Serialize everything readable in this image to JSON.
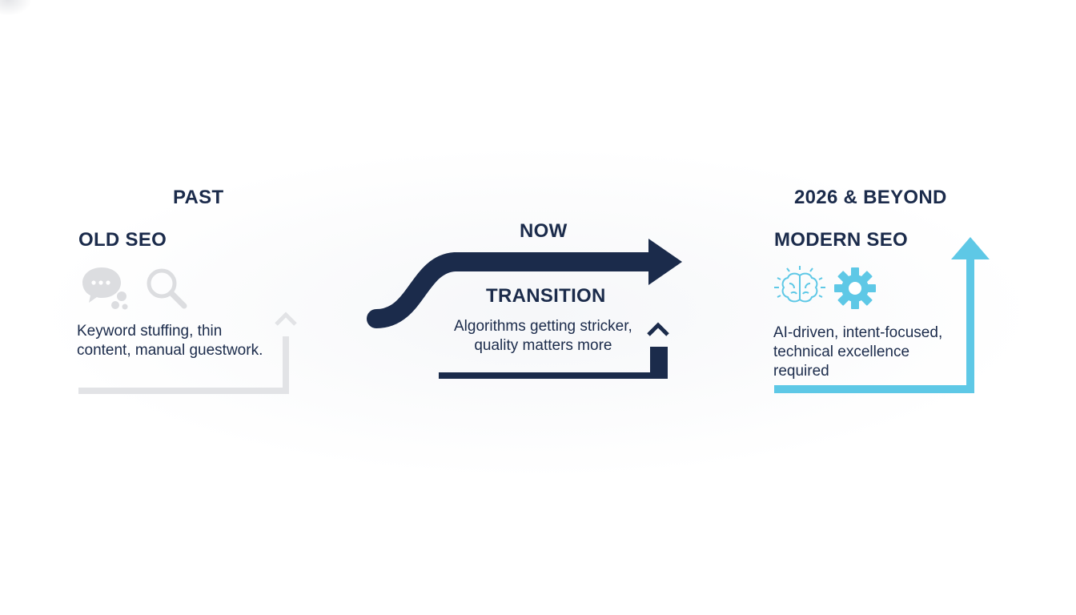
{
  "stages": [
    {
      "period": "PAST",
      "title": "OLD SEO",
      "description": "Keyword stuffing, thin\ncontent, manual guestwork.",
      "icons": [
        "chat-bubbles-icon",
        "magnifier-icon"
      ]
    },
    {
      "period": "NOW",
      "title": "TRANSITION",
      "description": "Algorithms getting stricker,\nquality matters more",
      "icons": []
    },
    {
      "period": "2026 & BEYOND",
      "title": "MODERN SEO",
      "description": "AI-driven, intent-focused,\ntechnical excellence\nrequired",
      "icons": [
        "brain-icon",
        "gear-icon"
      ]
    }
  ],
  "colors": {
    "navy": "#1b2b4b",
    "past_gray": "#e2e3e6",
    "icon_gray": "#dcdde0",
    "modern_blue": "#5ec8e6"
  }
}
